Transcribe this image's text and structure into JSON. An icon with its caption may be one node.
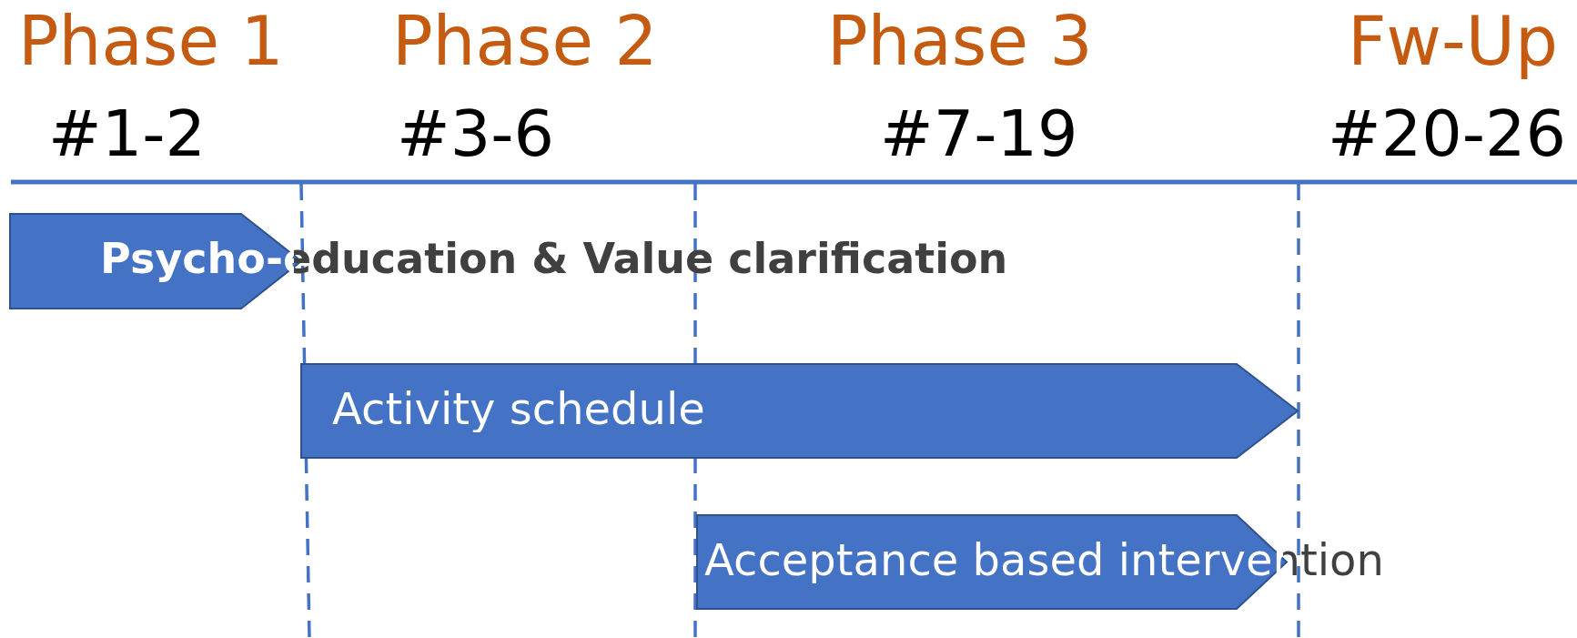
{
  "diagram": {
    "nodes": [
      {
        "text": [
          "Psycho-education & Value clarification"
        ]
      },
      {
        "text": [
          "Activity schedule"
        ]
      },
      {
        "text": [
          "Acceptance based intervention"
        ]
      }
    ],
    "labels": [
      "Phase 1",
      "Phase 2",
      "Phase 3",
      "Fw-Up",
      "#1-2",
      "#3-6",
      "#7-19",
      "#20-26"
    ]
  }
}
